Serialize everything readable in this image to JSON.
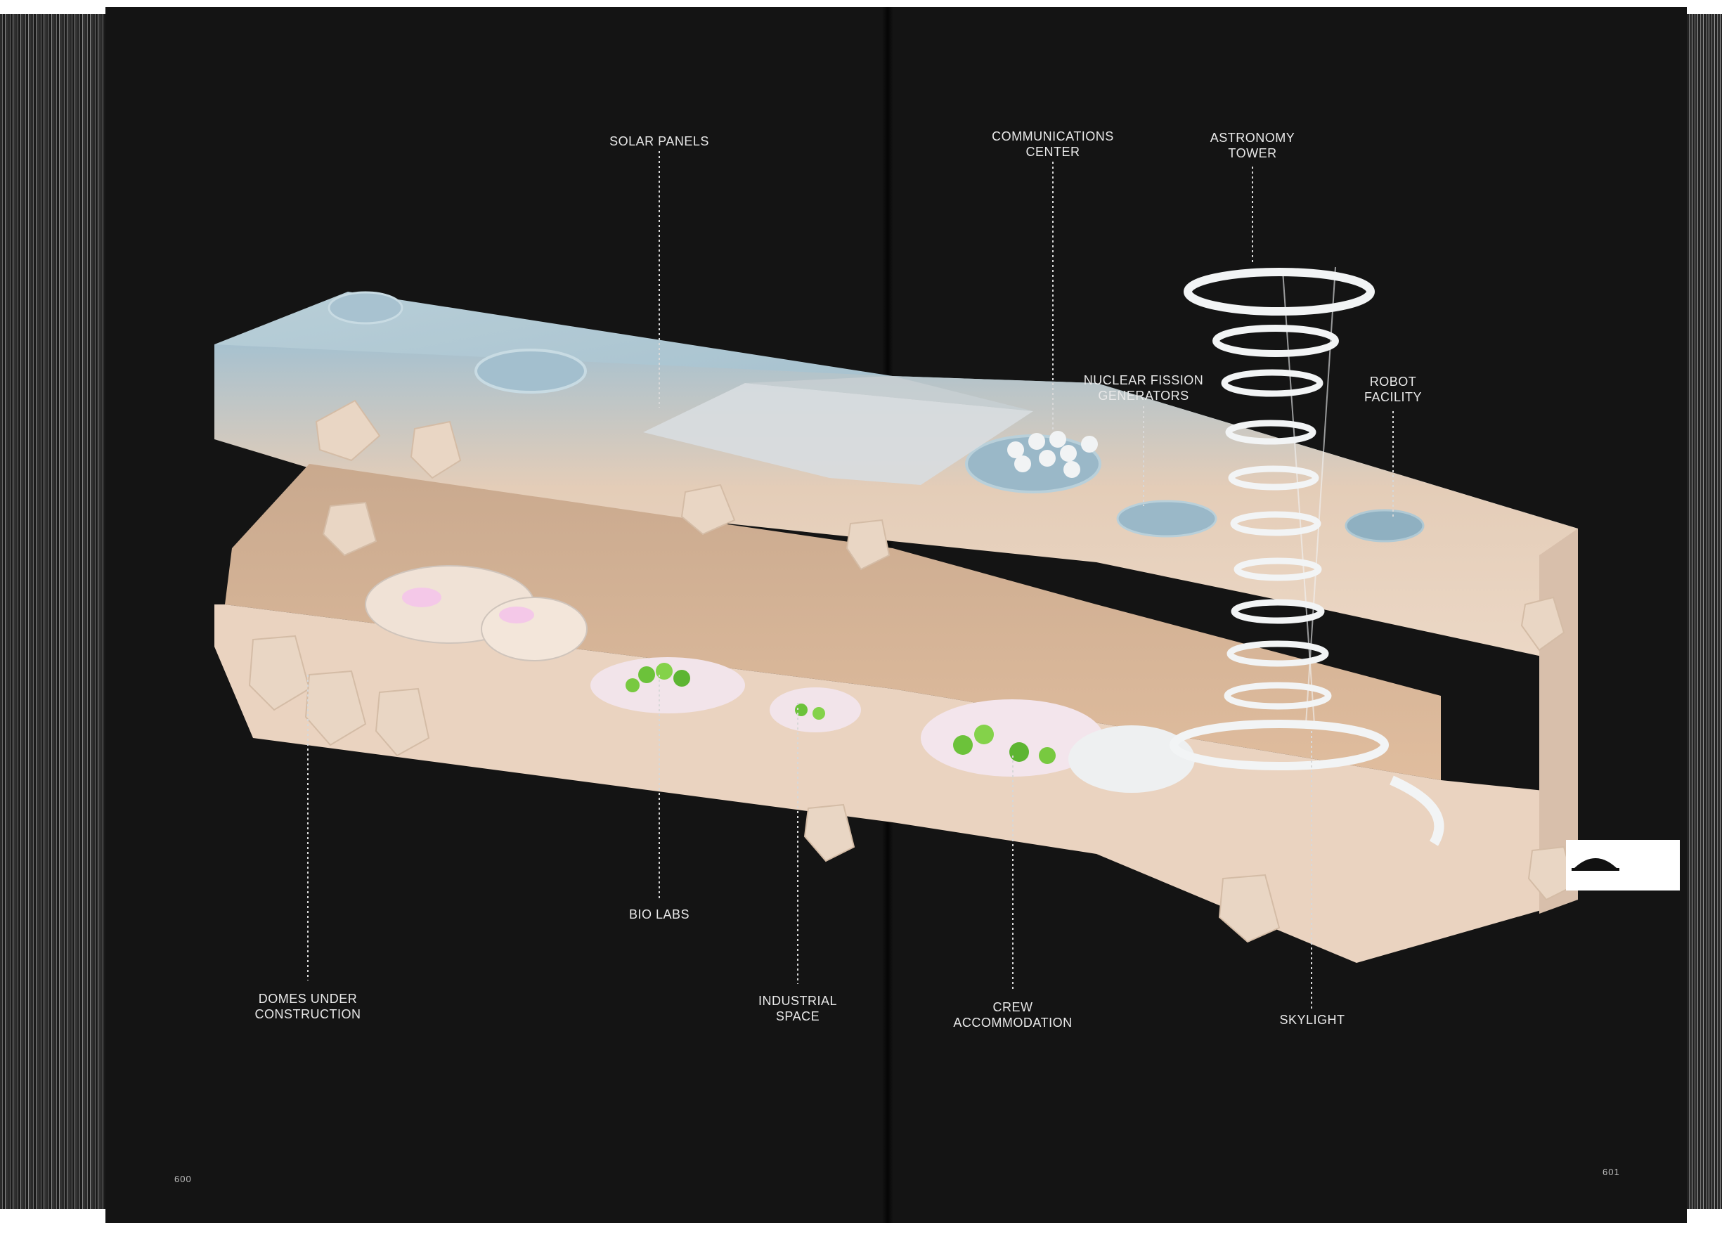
{
  "labels": {
    "solar_panels": "SOLAR PANELS",
    "communications_center": "COMMUNICATIONS\nCENTER",
    "astronomy_tower": "ASTRONOMY\nTOWER",
    "nuclear_fission_generators": "NUCLEAR FISSION\nGENERATORS",
    "robot_facility": "ROBOT\nFACILITY",
    "bio_labs": "BIO LABS",
    "domes_under_construction": "DOMES UNDER\nCONSTRUCTION",
    "industrial_space": "INDUSTRIAL\nSPACE",
    "crew_accommodation": "CREW\nACCOMMODATION",
    "skylight": "SKYLIGHT"
  },
  "folios": {
    "left": "600",
    "right": "601"
  },
  "icons": {
    "tab": "dome-icon"
  },
  "colors": {
    "background": "#141414",
    "surface_blue": "#9fbccb",
    "regolith": "#e8d2bd",
    "interior": "#d9b596",
    "label_text": "#e9e9e9"
  }
}
